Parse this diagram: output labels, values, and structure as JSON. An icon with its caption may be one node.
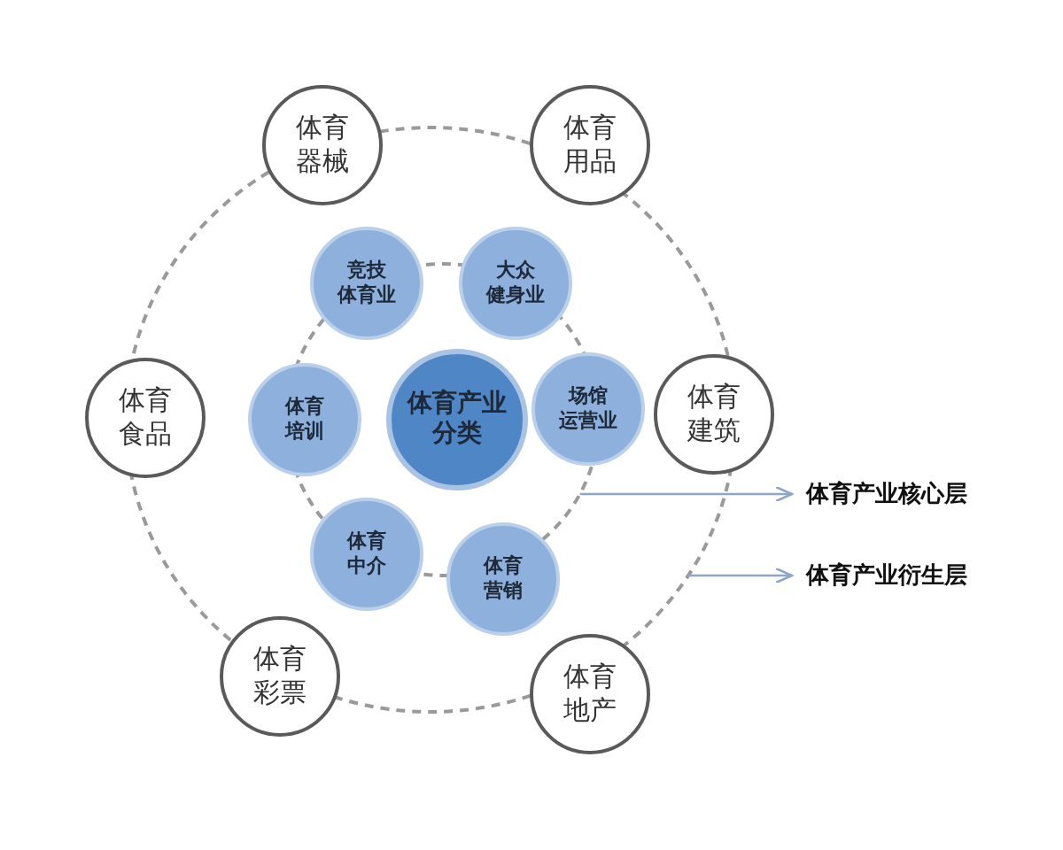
{
  "diagram": {
    "nodes": [
      {
        "text": [
          "体育产业分类"
        ]
      },
      {
        "text": [
          "竞技体育业"
        ]
      },
      {
        "text": [
          "大众健身业"
        ]
      },
      {
        "text": [
          "场馆运营业"
        ]
      },
      {
        "text": [
          "体育营销"
        ]
      },
      {
        "text": [
          "体育中介"
        ]
      },
      {
        "text": [
          "体育培训"
        ]
      },
      {
        "text": [
          "体育器械"
        ]
      },
      {
        "text": [
          "体育用品"
        ]
      },
      {
        "text": [
          "体育建筑"
        ]
      },
      {
        "text": [
          "体育地产"
        ]
      },
      {
        "text": [
          "体育彩票"
        ]
      },
      {
        "text": [
          "体育食品"
        ]
      },
      {
        "text": [
          "体育产业核心层"
        ]
      },
      {
        "text": [
          "体育产业衍生层"
        ]
      }
    ],
    "edges": [
      {
        "from": null,
        "to": 13,
        "arrow": "to"
      },
      {
        "from": null,
        "to": 14,
        "arrow": "to"
      }
    ]
  }
}
